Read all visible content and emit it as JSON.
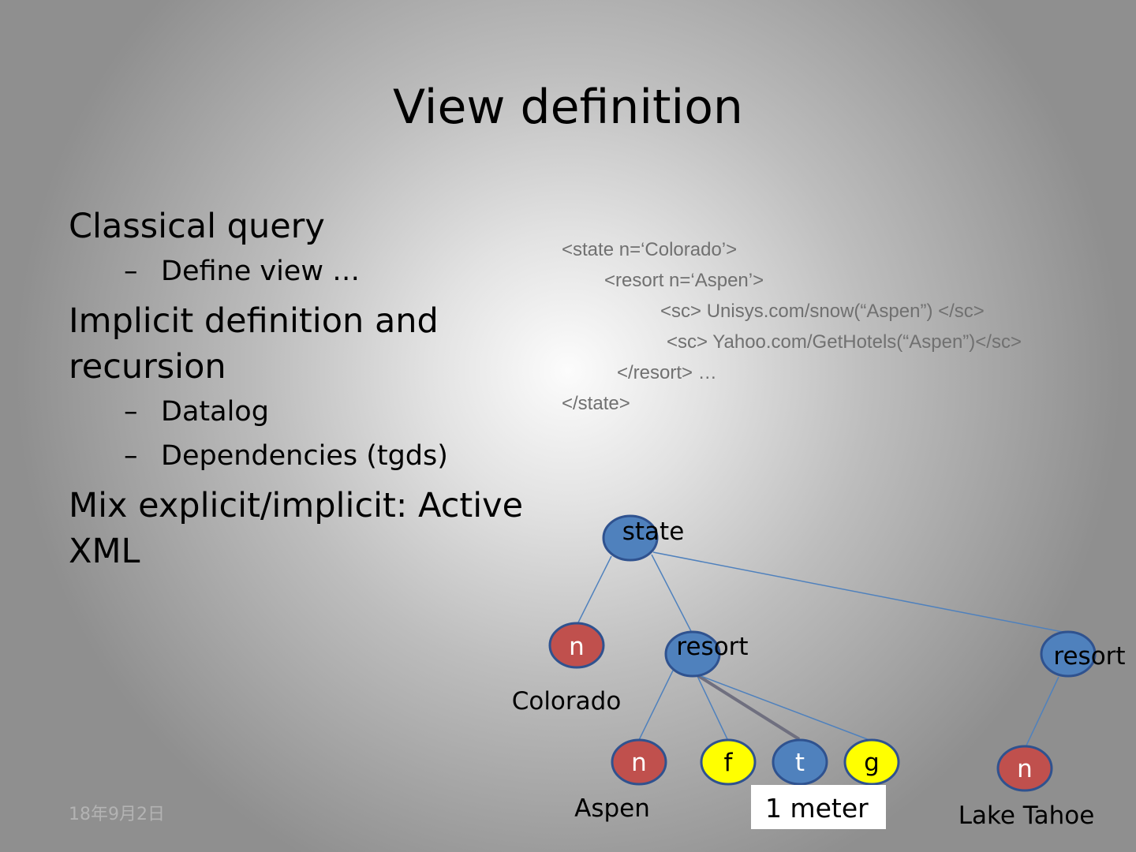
{
  "slide": {
    "title": "View definition",
    "bullets": [
      {
        "level": 1,
        "text": "Classical query"
      },
      {
        "level": 2,
        "text": "Define view …"
      },
      {
        "level": 1,
        "text": "Implicit definition and recursion"
      },
      {
        "level": 2,
        "text": "Datalog"
      },
      {
        "level": 2,
        "text": "Dependencies (tgds)"
      },
      {
        "level": 1,
        "text": "Mix explicit/implicit: Active XML"
      }
    ],
    "bullet_dash": "–",
    "code_lines": [
      "<state n=‘Colorado’>",
      "<resort n=‘Aspen’>",
      "<sc> Unisys.com/snow(“Aspen”) </sc>",
      "<sc> Yahoo.com/GetHotels(“Aspen”)</sc>",
      "</resort>   …",
      "</state>"
    ],
    "tree": {
      "nodes": {
        "state": "state",
        "resort_aspen": "resort",
        "resort_tahoe": "resort",
        "n_colorado": "n",
        "n_aspen": "n",
        "f": "f",
        "t": "t",
        "g": "g",
        "n_tahoe": "n"
      },
      "value_labels": {
        "colorado": "Colorado",
        "aspen": "Aspen",
        "lake_tahoe": "Lake Tahoe"
      },
      "callout": "1 meter"
    },
    "footer_date": "18年9月2日",
    "colors": {
      "element_node": "#4f81bd",
      "value_node": "#c0504d",
      "service_node": "#ffff00",
      "outline": "#2f528f",
      "edge": "#4f81bd"
    }
  }
}
